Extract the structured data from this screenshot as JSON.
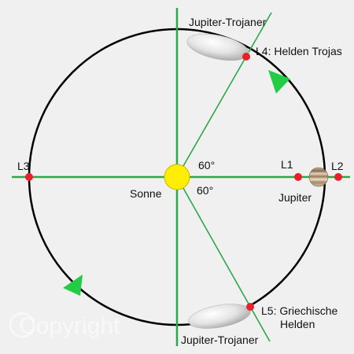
{
  "labels": {
    "trojans_top": "Jupiter-Trojaner",
    "trojans_bottom": "Jupiter-Trojaner",
    "l4": "L4: Helden Trojas",
    "l5_line1": "L5: Griechische",
    "l5_line2": "Helden",
    "l1": "L1",
    "l2": "L2",
    "l3": "L3",
    "sun": "Sonne",
    "jupiter": "Jupiter",
    "angle_upper": "60°",
    "angle_lower": "60°",
    "watermark": "Copyright"
  },
  "colors": {
    "background": "#f0f0f0",
    "orbit": "#000000",
    "axis_lines": "#2aa84a",
    "lagrange_points": "#e8202a",
    "sun": "#ffee00",
    "arrows": "#22cc44",
    "trojan_clouds": "#e6e6e6"
  },
  "icons": {
    "orbit_direction": "triangle-arrow-icon",
    "planet": "jupiter-planet-icon",
    "star": "sun-disc-icon"
  }
}
